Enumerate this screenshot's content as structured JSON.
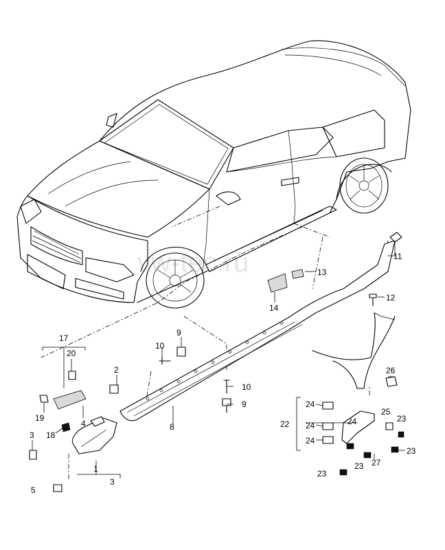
{
  "watermark": "vw-tec.ru",
  "callouts": {
    "c1": "1",
    "c2": "2",
    "c3a": "3",
    "c3b": "3",
    "c4": "4",
    "c5": "5",
    "c8": "8",
    "c9a": "9",
    "c9b": "9",
    "c10a": "10",
    "c10b": "10",
    "c11": "11",
    "c12": "12",
    "c13": "13",
    "c14": "14",
    "c17": "17",
    "c18": "18",
    "c19": "19",
    "c20": "20",
    "c22": "22",
    "c23a": "23",
    "c23b": "23",
    "c23c": "23",
    "c23d": "23",
    "c24a": "24",
    "c24b": "24",
    "c24c": "24",
    "c24d": "24",
    "c25": "25",
    "c26": "26",
    "c27": "27"
  }
}
